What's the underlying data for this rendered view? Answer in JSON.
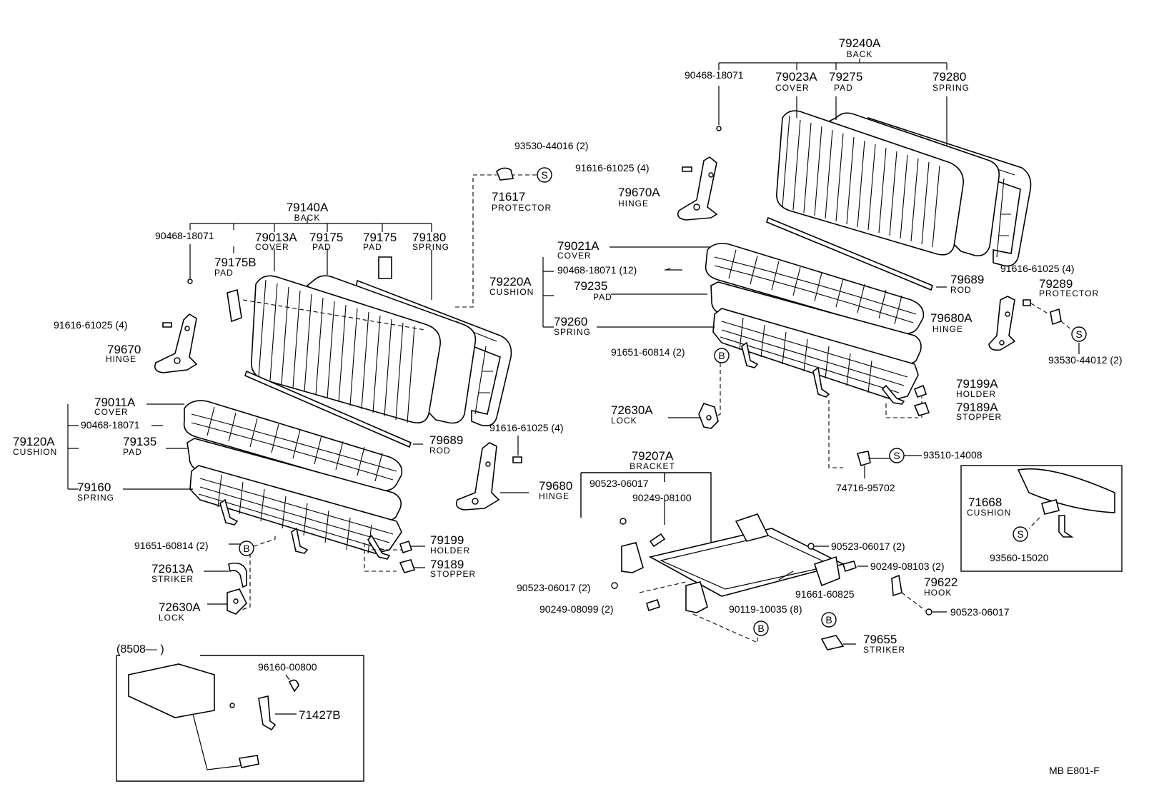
{
  "labels": {
    "back_r_no": "79240A",
    "back_r_nm": "BACK",
    "p90468_r": "90468-18071",
    "cover_r_no": "79023A",
    "cover_r_nm": "COVER",
    "pad_r_no": "79275",
    "pad_r_nm": "PAD",
    "spring_r_no": "79280",
    "spring_r_nm": "SPRING",
    "p93530_44016": "93530-44016 (2)",
    "p91616_a": "91616-61025 (4)",
    "hinge_ra_no": "79670A",
    "hinge_ra_nm": "HINGE",
    "prot_l_no": "71617",
    "prot_l_nm": "PROTECTOR",
    "back_l_no": "79140A",
    "back_l_nm": "BACK",
    "p90468_l": "90468-18071",
    "cover_l_no": "79013A",
    "cover_l_nm": "COVER",
    "pad_l1_no": "79175",
    "pad_l1_nm": "PAD",
    "pad_l2_no": "79175",
    "pad_l2_nm": "PAD",
    "spring_l_no": "79180",
    "spring_l_nm": "SPRING",
    "pad_lb_no": "79175B",
    "pad_lb_nm": "PAD",
    "p91616_b": "91616-61025 (4)",
    "hinge_l_no": "79670",
    "hinge_l_nm": "HINGE",
    "ccover_r_no": "79021A",
    "ccover_r_nm": "COVER",
    "p90468_12": "90468-18071 (12)",
    "cushion_r_no": "79220A",
    "cushion_r_nm": "CUSHION",
    "cpad_r_no": "79235",
    "cpad_r_nm": "PAD",
    "cspring_r_no": "79260",
    "cspring_r_nm": "SPRING",
    "rod_r_no": "79689",
    "rod_r_nm": "ROD",
    "p91616_c": "91616-61025 (4)",
    "prot_r_no": "79289",
    "prot_r_nm": "PROTECTOR",
    "hinge_rb_no": "79680A",
    "hinge_rb_nm": "HINGE",
    "p93530_44012": "93530-44012 (2)",
    "p91651_r": "91651-60814 (2)",
    "lock_ra_no": "72630A",
    "lock_ra_nm": "LOCK",
    "holder_ra_no": "79199A",
    "holder_ra_nm": "HOLDER",
    "stopper_ra_no": "79189A",
    "stopper_ra_nm": "STOPPER",
    "ccover_l_no": "79011A",
    "ccover_l_nm": "COVER",
    "p90468_l2": "90468-18071",
    "cushion_l_no": "79120A",
    "cushion_l_nm": "CUSHION",
    "cpad_l_no": "79135",
    "cpad_l_nm": "PAD",
    "cspring_l_no": "79160",
    "cspring_l_nm": "SPRING",
    "rod_l_no": "79689",
    "rod_l_nm": "ROD",
    "p91616_d": "91616-61025 (4)",
    "hinge_lb_no": "79680",
    "hinge_lb_nm": "HINGE",
    "bracket_no": "79207A",
    "bracket_nm": "BRACKET",
    "p90523_a": "90523-06017",
    "p90249_08100": "90249-08100",
    "p93510": "93510-14008",
    "p74716": "74716-95702",
    "cush_box_no": "71668",
    "cush_box_nm": "CUSHION",
    "p93560": "93560-15020",
    "p91651_l": "91651-60814 (2)",
    "holder_l_no": "79199",
    "holder_l_nm": "HOLDER",
    "striker_la_no": "72613A",
    "striker_la_nm": "STRIKER",
    "stopper_l_no": "79189",
    "stopper_l_nm": "STOPPER",
    "lock_la_no": "72630A",
    "lock_la_nm": "LOCK",
    "p90523_b": "90523-06017 (2)",
    "p90249_08103": "90249-08103 (2)",
    "hook_no": "79622",
    "hook_nm": "HOOK",
    "p90523_c": "90523-06017 (2)",
    "p91661": "91661-60825",
    "p90249_08099": "90249-08099 (2)",
    "p90119": "90119-10035 (8)",
    "p90523_d": "90523-06017",
    "striker_r_no": "79655",
    "striker_r_nm": "STRIKER",
    "inset_title": "(8508—       )",
    "p96160": "96160-00800",
    "p71427": "71427B",
    "code": "MB  E801-F",
    "sym_s": "S",
    "sym_b": "B"
  }
}
